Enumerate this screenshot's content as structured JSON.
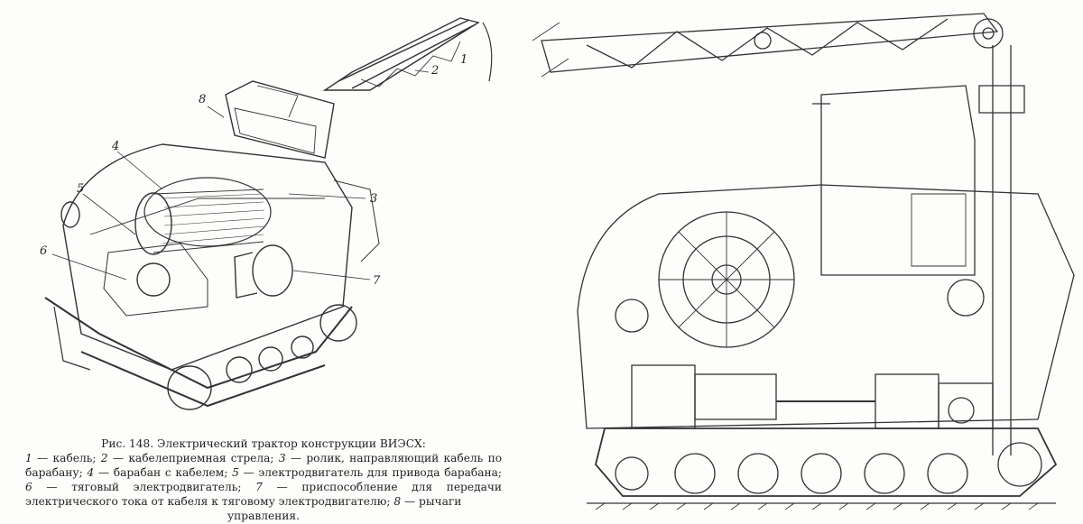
{
  "left_figure": {
    "callouts": [
      {
        "n": "1"
      },
      {
        "n": "2"
      },
      {
        "n": "3"
      },
      {
        "n": "4"
      },
      {
        "n": "5"
      },
      {
        "n": "6"
      },
      {
        "n": "7"
      },
      {
        "n": "8"
      }
    ]
  },
  "caption": {
    "title": "Рис. 148. Электрический трактор конструкции ВИЭСХ:",
    "items": [
      {
        "num": "1",
        "text": "кабель;"
      },
      {
        "num": "2",
        "text": "кабелеприемная стрела;"
      },
      {
        "num": "3",
        "text": "ролик, направляющий кабель по барабану;"
      },
      {
        "num": "4",
        "text": "барабан с кабелем;"
      },
      {
        "num": "5",
        "text": "электродвигатель для привода барабана;"
      },
      {
        "num": "6",
        "text": "тяговый электродвигатель;"
      },
      {
        "num": "7",
        "text": "приспособление для передачи электрического тока от кабеля к тяговому электродвигателю;"
      },
      {
        "num": "8",
        "text": "рычаги"
      }
    ],
    "last_line": "управления."
  }
}
